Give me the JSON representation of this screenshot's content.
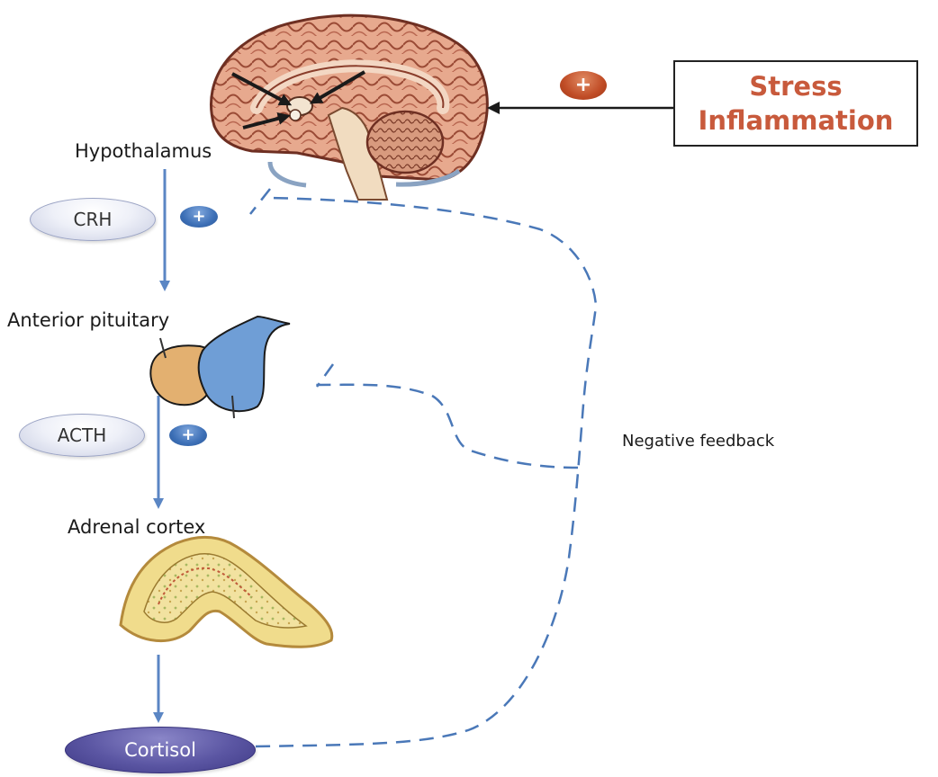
{
  "labels": {
    "hypothalamus": "Hypothalamus",
    "anterior_pituitary": "Anterior pituitary",
    "adrenal_cortex": "Adrenal cortex",
    "negative_feedback": "Negative feedback"
  },
  "hormones": {
    "crh": "CRH",
    "acth": "ACTH",
    "cortisol": "Cortisol"
  },
  "signs": {
    "plus": "+"
  },
  "stress_box": {
    "line1": "Stress",
    "line2": "Inflammation"
  },
  "colors": {
    "arrow_blue": "#5b86c4",
    "dashed_blue": "#4a78b8",
    "stress_text": "#c85a3c",
    "positive_red": "#c04c26",
    "positive_blue": "#3c6fb6",
    "cortisol_purple": "#5b56a3",
    "pituitary_orange": "#e3b070",
    "pituitary_blue": "#6f9ed6",
    "adrenal_yellow": "#f0dc8c"
  },
  "icons": {
    "brain": "brain-sagittal-section-illustration",
    "pituitary": "pituitary-gland-illustration",
    "adrenal": "adrenal-gland-cross-section-illustration"
  }
}
